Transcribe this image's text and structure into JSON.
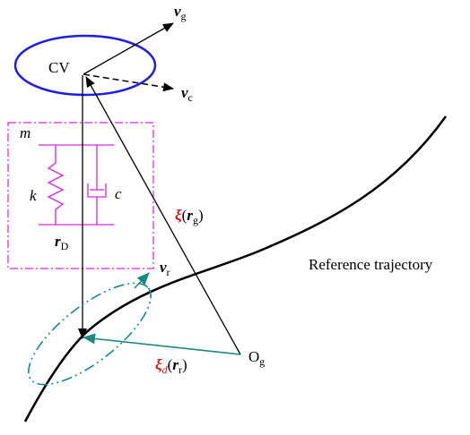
{
  "labels": {
    "cv": "CV",
    "vg_main": "v",
    "vg_sub": "g",
    "vc_main": "v",
    "vc_sub": "c",
    "m": "m",
    "k": "k",
    "c": "c",
    "rD_main": "r",
    "rD_sub": "D",
    "xi_rg_sym": "ξ",
    "xi_rg_open": "(",
    "xi_rg_r": "r",
    "xi_rg_sub": "g",
    "xi_rg_close": ")",
    "vr_main": "v",
    "vr_sub": "r",
    "ref_traj": "Reference trajectory",
    "og_main": "O",
    "og_sub": "g",
    "xid_sym": "ξ",
    "xid_sub": "d",
    "xid_open": "(",
    "xid_r": "r",
    "xid_rsub": "r",
    "xid_close": ")"
  },
  "colors": {
    "ellipse": "#1f1fe0",
    "spring_damper": "#e020e0",
    "teal": "#1a8a80",
    "xi_red": "#e01010",
    "black": "#000000"
  }
}
